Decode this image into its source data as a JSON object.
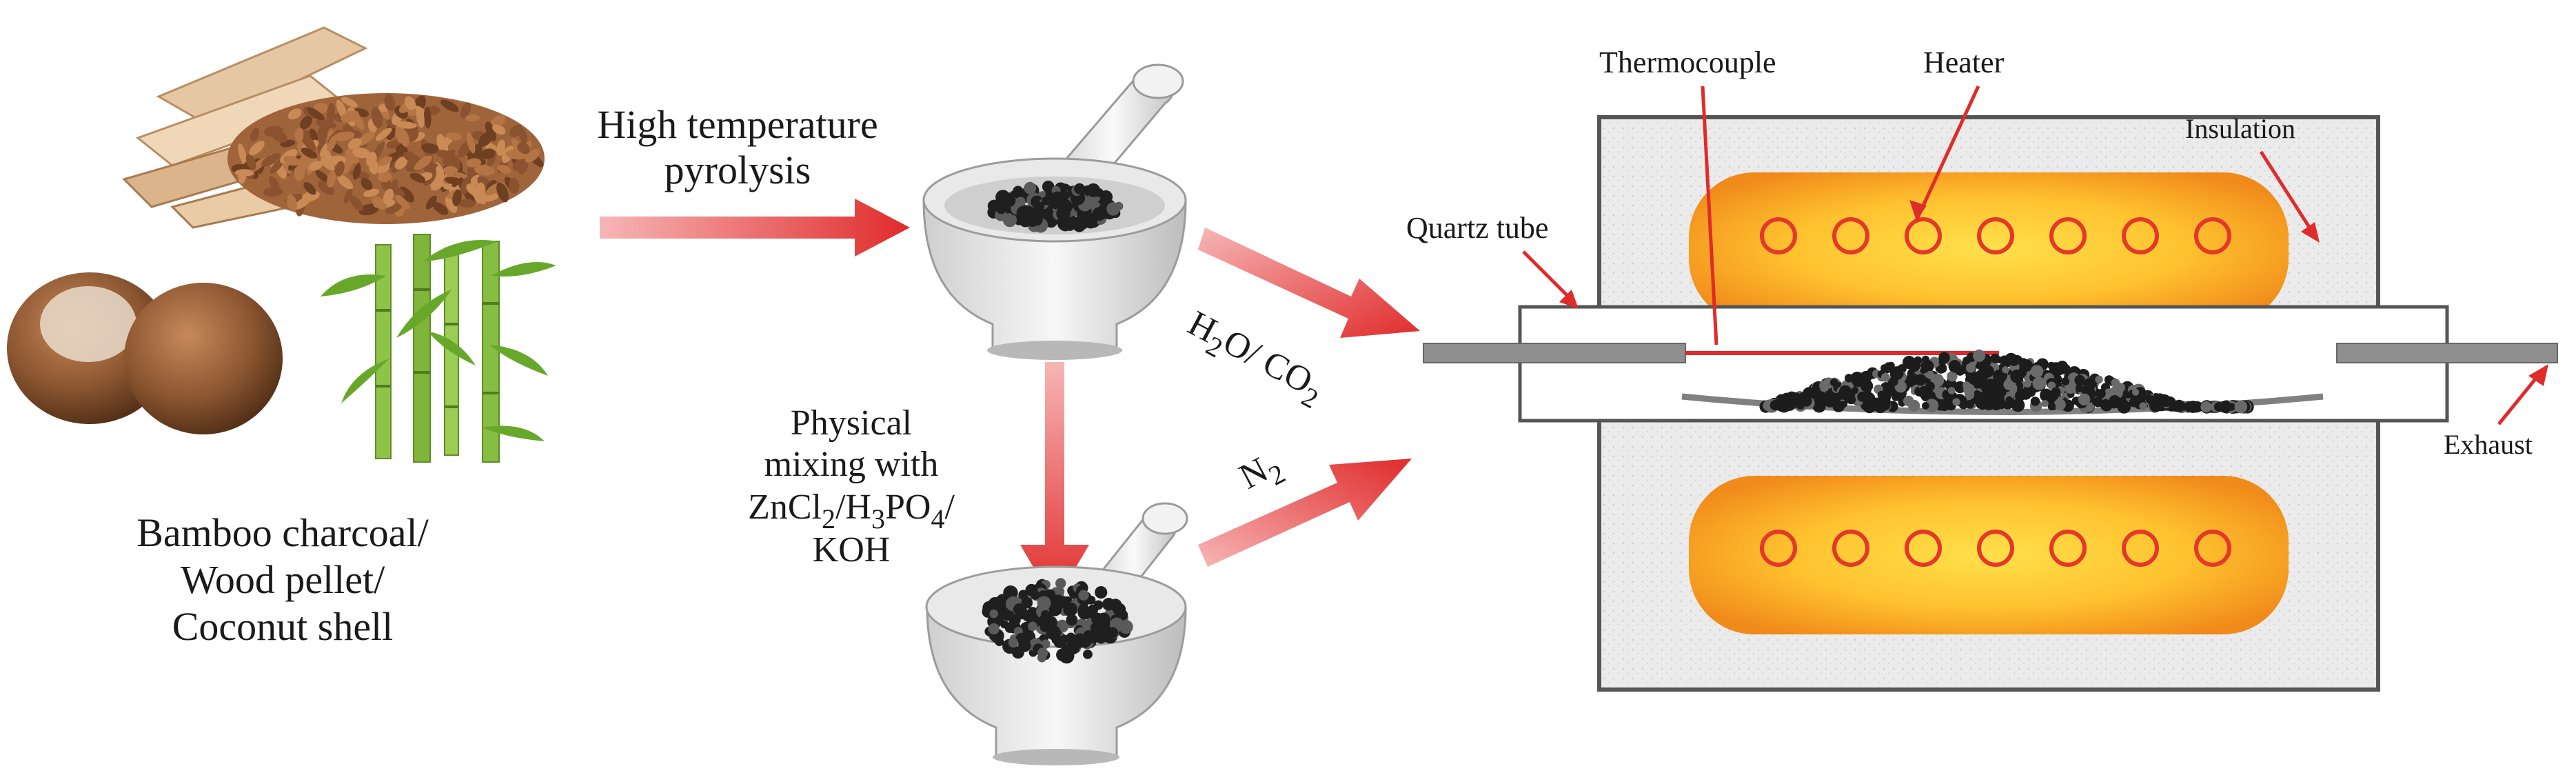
{
  "diagram": {
    "source_label": [
      "Bamboo charcoal/",
      "Wood pellet/",
      "Coconut shell"
    ],
    "pyrolysis_label": [
      "High temperature",
      "pyrolysis"
    ],
    "mixing_label": [
      "Physical",
      "mixing with",
      "KOH"
    ],
    "mixing_chem": {
      "zn": "ZnCl",
      "zn_sub": "2",
      "slash1": "/H",
      "h_sub": "3",
      "po": "PO",
      "po_sub": "4",
      "slash2": "/"
    },
    "gas_physical": {
      "h2o_h": "H",
      "h2o_sub": "2",
      "h2o_rest": "O/ CO",
      "co2_sub": "2"
    },
    "gas_chemical": {
      "n": "N",
      "n_sub": "2"
    },
    "furnace_labels": {
      "thermocouple": "Thermocouple",
      "heater": "Heater",
      "insulation": "Insulation",
      "quartz_tube": "Quartz tube",
      "exhaust": "Exhaust"
    },
    "colors": {
      "arrow_red": "#e02b2b",
      "heater_orange": "#f39a1e",
      "heater_yellow": "#ffd23c",
      "insulation_gray": "#e9e9e9",
      "coil_red": "#e3382a"
    }
  }
}
